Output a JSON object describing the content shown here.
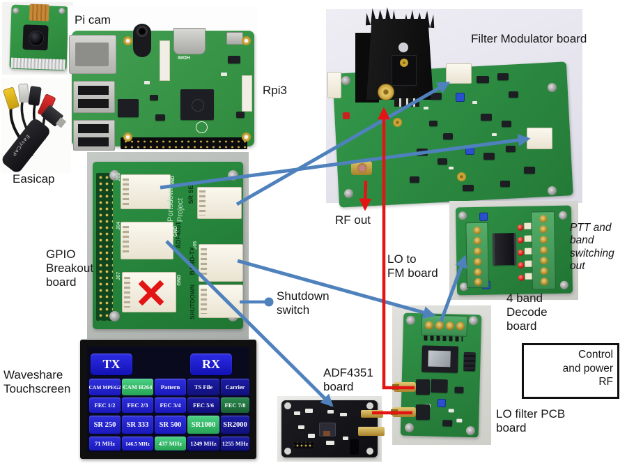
{
  "colors": {
    "control_arrow": "#4f81bd",
    "rf_arrow": "#e31414",
    "pcb_green": "#2e8f43",
    "button_blue": "#2424c8",
    "button_navy": "#14148e",
    "button_green": "#32b262"
  },
  "labels": {
    "pi_cam": "Pi cam",
    "rpi3": "Rpi3",
    "easicap": "Easicap",
    "gpio_breakout": "GPIO\nBreakout\nboard",
    "waveshare": "Waveshare\nTouchscreen",
    "filter_modulator": "Filter Modulator board",
    "rf_out": "RF out",
    "lo_to_fm": "LO to\nFM board",
    "shutdown_switch": "Shutdown\nswitch",
    "adf4351": "ADF4351\nboard",
    "ptt": "PTT and\nband\nswitching\nout",
    "decode": "4 band\nDecode\nboard",
    "lo_filter": "LO filter PCB\nboard"
  },
  "legend": {
    "control": "Control\nand power",
    "rf": "RF"
  },
  "touchscreen": {
    "tx": "TX",
    "rx": "RX",
    "rows": [
      [
        {
          "label": "CAM MPEG2",
          "variant": "blue"
        },
        {
          "label": "CAM H264",
          "variant": "green"
        },
        {
          "label": "Pattern",
          "variant": "blue"
        },
        {
          "label": "TS File",
          "variant": "navy"
        },
        {
          "label": "Carrier",
          "variant": "navy"
        }
      ],
      [
        {
          "label": "FEC 1/2",
          "variant": "blue"
        },
        {
          "label": "FEC 2/3",
          "variant": "blue"
        },
        {
          "label": "FEC 3/4",
          "variant": "blue"
        },
        {
          "label": "FEC 5/6",
          "variant": "navy"
        },
        {
          "label": "FEC 7/8",
          "variant": "dgreen"
        }
      ],
      [
        {
          "label": "SR 250",
          "variant": "blue"
        },
        {
          "label": "SR 333",
          "variant": "blue"
        },
        {
          "label": "SR 500",
          "variant": "blue"
        },
        {
          "label": "SR1000",
          "variant": "green"
        },
        {
          "label": "SR2000",
          "variant": "navy"
        }
      ],
      [
        {
          "label": "71 MHz",
          "variant": "blue"
        },
        {
          "label": "146.5 MHz",
          "variant": "blue"
        },
        {
          "label": "437 MHz",
          "variant": "green"
        },
        {
          "label": "1249 MHz",
          "variant": "navy"
        },
        {
          "label": "1255 MHz",
          "variant": "navy"
        }
      ]
    ]
  },
  "gpio": {
    "sr_sel": "SR SEL",
    "band_tx": "BAND-TX",
    "shutdown": "SHUTDOWN",
    "adf4351": "ADF4351",
    "portsdown": "Portsdown",
    "project": "Project",
    "gnd": "GND",
    "j03": "J03",
    "j04": "J04",
    "j05": "J05",
    "j07": "J07"
  },
  "rpi": {
    "hdmi": "HDMI"
  },
  "easicap": {
    "device_text": "EasyCAP"
  }
}
